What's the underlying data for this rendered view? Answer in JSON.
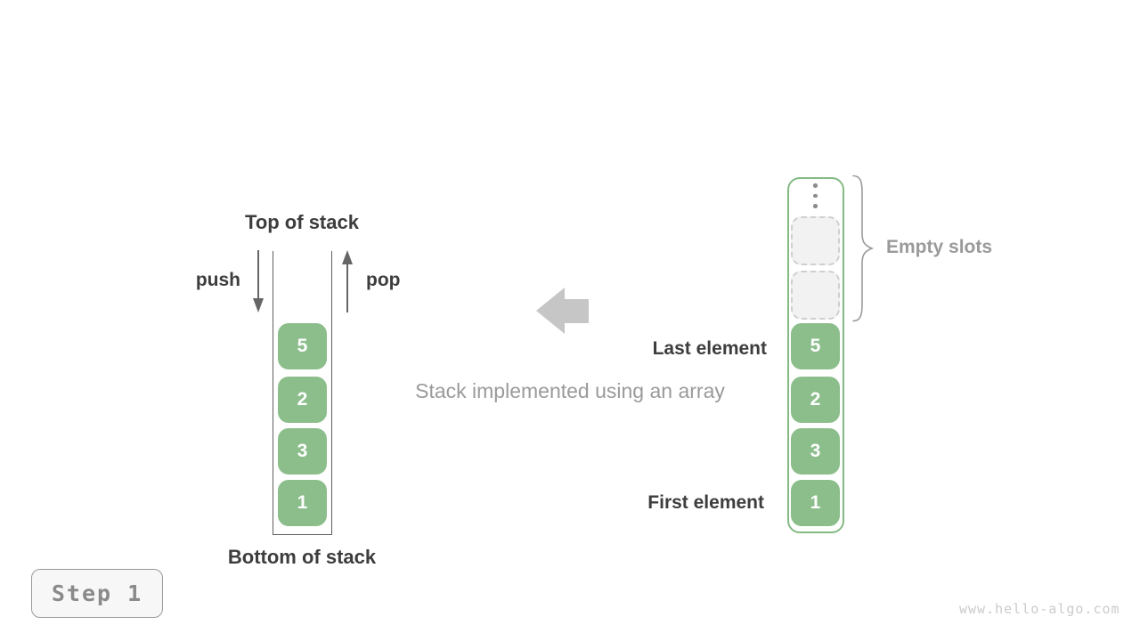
{
  "left_stack": {
    "top_label": "Top of stack",
    "bottom_label": "Bottom of stack",
    "push_label": "push",
    "pop_label": "pop",
    "values": [
      "5",
      "2",
      "3",
      "1"
    ]
  },
  "center": {
    "caption": "Stack implemented using an array",
    "arrow_icon": "left-block-arrow"
  },
  "right_array": {
    "values": [
      "5",
      "2",
      "3",
      "1"
    ],
    "empty_slot_count": 2,
    "empty_slots_label": "Empty slots",
    "last_element_label": "Last element",
    "first_element_label": "First element",
    "ellipsis_icon": "vertical-ellipsis"
  },
  "step_badge": "Step 1",
  "watermark": "www.hello-algo.com",
  "colors": {
    "box_green": "#8cbe8c",
    "container_green_border": "#84ba84",
    "dark_text": "#3d3d3d",
    "gray_text": "#9a9a9a",
    "block_arrow_gray": "#c6c6c6",
    "stack_wall_gray": "#5f5f5f",
    "empty_slot_fill": "#f2f2f2",
    "empty_slot_border": "#cfcfcf"
  }
}
